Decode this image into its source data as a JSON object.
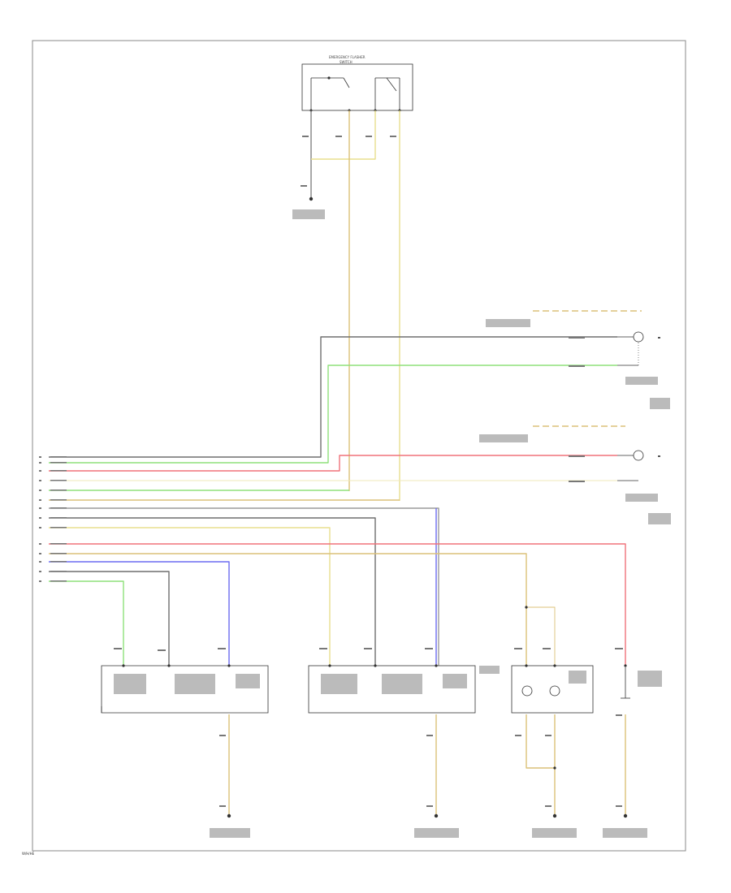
{
  "colors": {
    "gray": "#6e6e6e",
    "green": "#8fe07a",
    "red": "#f0727a",
    "yellow": "#e8df8e",
    "tan": "#dcc178",
    "blue": "#6c6cf0",
    "light_gray": "#b5b5b5",
    "dark": "#333333"
  },
  "labels": {
    "corner": "W/H/HE",
    "switch_title": "EMERGENCY FLASHER",
    "switch_sub": "SWITCH"
  }
}
